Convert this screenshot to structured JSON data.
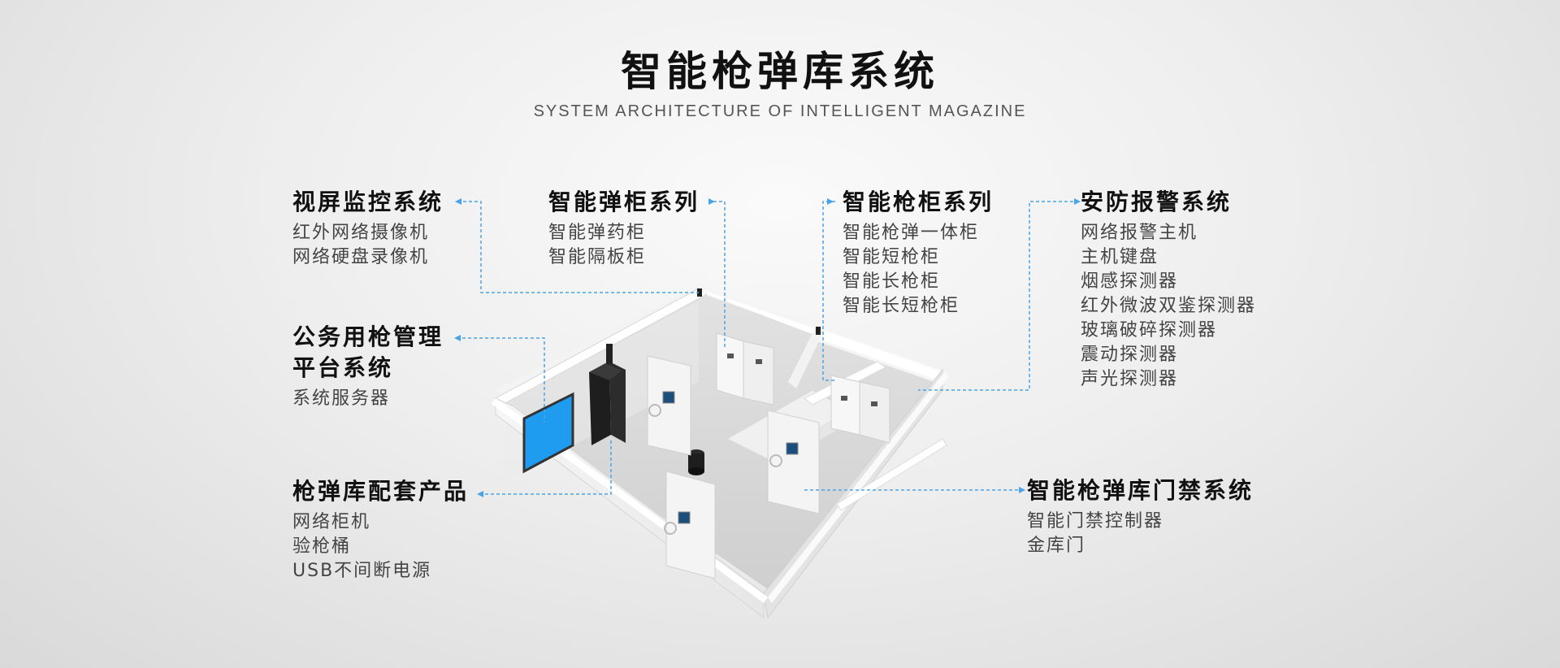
{
  "header": {
    "title": "智能枪弹库系统",
    "subtitle": "SYSTEM ARCHITECTURE OF INTELLIGENT MAGAZINE"
  },
  "groups": {
    "video": {
      "title": "视屏监控系统",
      "items": [
        "红外网络摄像机",
        "网络硬盘录像机"
      ]
    },
    "ammo_cabinet": {
      "title": "智能弹柜系列",
      "items": [
        "智能弹药柜",
        "智能隔板柜"
      ]
    },
    "gun_cabinet": {
      "title": "智能枪柜系列",
      "items": [
        "智能枪弹一体柜",
        "智能短枪柜",
        "智能长枪柜",
        "智能长短枪柜"
      ]
    },
    "alarm": {
      "title": "安防报警系统",
      "items": [
        "网络报警主机",
        "主机键盘",
        "烟感探测器",
        "红外微波双鉴探测器",
        "玻璃破碎探测器",
        "震动探测器",
        "声光探测器"
      ]
    },
    "platform": {
      "title_lines": [
        "公务用枪管理",
        "平台系统"
      ],
      "items": [
        "系统服务器"
      ]
    },
    "accessories": {
      "title": "枪弹库配套产品",
      "items": [
        "网络柜机",
        "验枪桶",
        "USB不间断电源"
      ]
    },
    "access": {
      "title": "智能枪弹库门禁系统",
      "items": [
        "智能门禁控制器",
        "金库门"
      ]
    }
  },
  "colors": {
    "connector": "#4aa3e8",
    "screen": "#1f9bef",
    "server": "#1e1e1e"
  }
}
